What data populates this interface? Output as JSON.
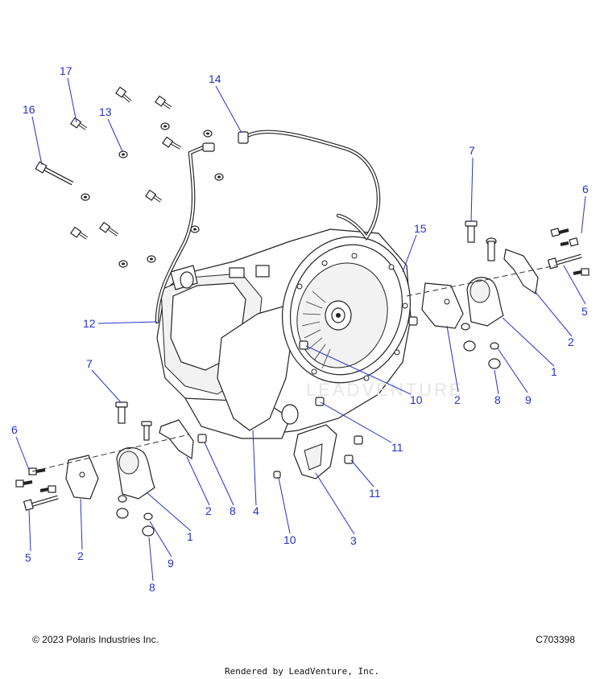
{
  "callouts": [
    {
      "label": "17"
    },
    {
      "label": "16"
    },
    {
      "label": "13"
    },
    {
      "label": "14"
    },
    {
      "label": "7"
    },
    {
      "label": "6"
    },
    {
      "label": "15"
    },
    {
      "label": "5"
    },
    {
      "label": "2"
    },
    {
      "label": "1"
    },
    {
      "label": "12"
    },
    {
      "label": "10"
    },
    {
      "label": "2"
    },
    {
      "label": "9"
    },
    {
      "label": "8"
    },
    {
      "label": "7"
    },
    {
      "label": "6"
    },
    {
      "label": "11"
    },
    {
      "label": "11"
    },
    {
      "label": "5"
    },
    {
      "label": "2"
    },
    {
      "label": "2"
    },
    {
      "label": "8"
    },
    {
      "label": "4"
    },
    {
      "label": "1"
    },
    {
      "label": "9"
    },
    {
      "label": "10"
    },
    {
      "label": "3"
    },
    {
      "label": "8"
    }
  ],
  "footer": {
    "copyright": "© 2023 Polaris Industries Inc.",
    "diagram_code": "C703398",
    "rendered_by": "Rendered by LeadVenture, Inc."
  },
  "watermark": "LEADVENTURE",
  "colors": {
    "callout": "#2233cc",
    "line": "#222222"
  }
}
